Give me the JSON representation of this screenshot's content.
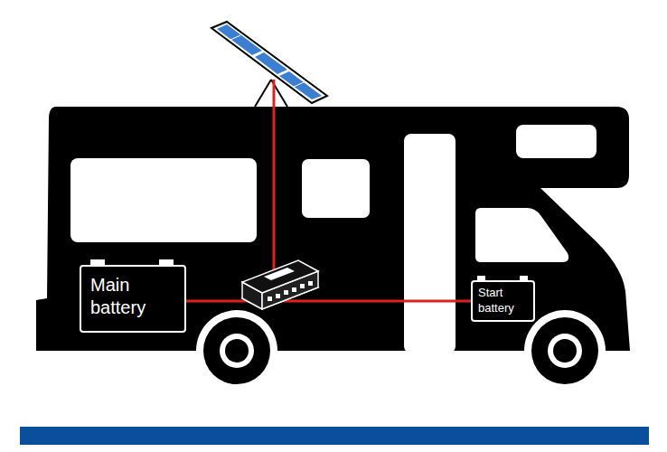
{
  "diagram": {
    "nodes": [
      {
        "text": [
          "Main battery"
        ]
      },
      {
        "text": [
          "Start battery"
        ]
      }
    ],
    "edges": [
      {
        "from": 0,
        "to": 1,
        "arrow": "none"
      }
    ]
  }
}
